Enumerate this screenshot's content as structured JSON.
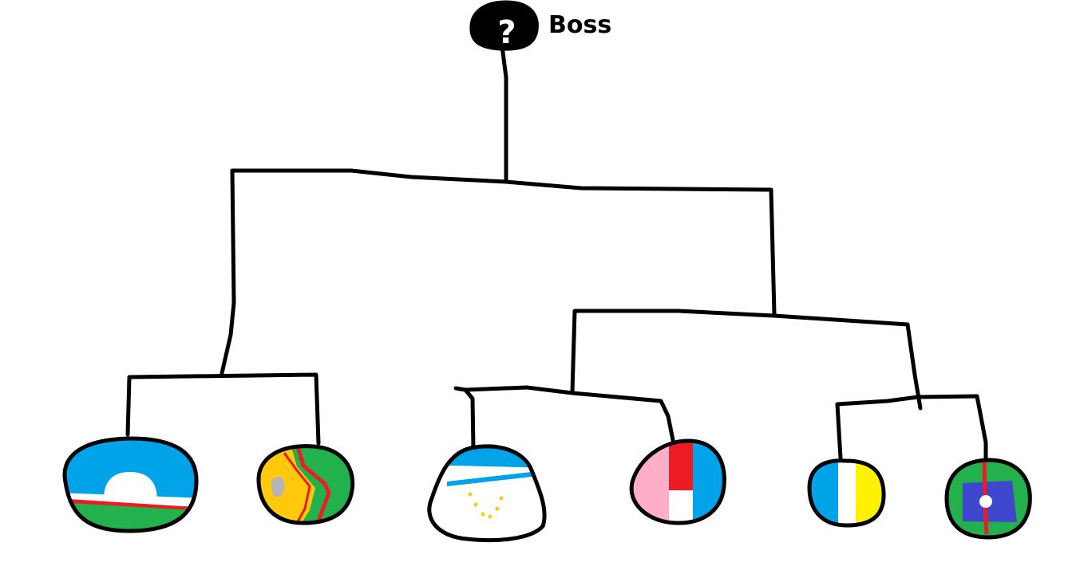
{
  "root": {
    "label": "Boss",
    "icon": "question-mark-ball-icon",
    "symbol": "?"
  },
  "leaves": [
    {
      "name": "ball-1",
      "colors": [
        "#00a2e8",
        "#ffffff",
        "#ed1c24",
        "#22b14c"
      ]
    },
    {
      "name": "ball-2",
      "colors": [
        "#ffc90e",
        "#ed1c24",
        "#22b14c",
        "#b5b5b5"
      ]
    },
    {
      "name": "ball-3",
      "colors": [
        "#00a2e8",
        "#ffffff",
        "#ffc90e"
      ]
    },
    {
      "name": "ball-4",
      "colors": [
        "#ffaec9",
        "#ed1c24",
        "#ffffff",
        "#00a2e8"
      ]
    },
    {
      "name": "ball-5",
      "colors": [
        "#00a2e8",
        "#ffffff",
        "#fff200"
      ]
    },
    {
      "name": "ball-6",
      "colors": [
        "#22b14c",
        "#3f48cc",
        "#ed1c24",
        "#ffffff"
      ]
    }
  ],
  "style": {
    "line_color": "#000000",
    "background": "#ffffff"
  }
}
